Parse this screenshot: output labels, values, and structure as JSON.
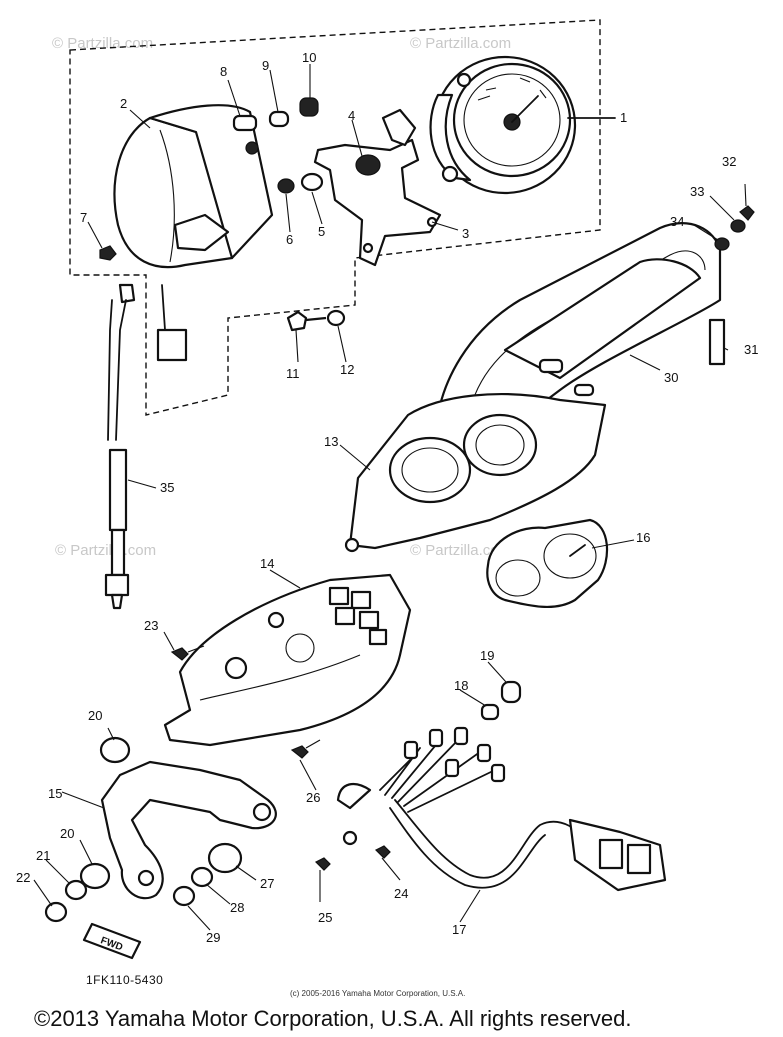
{
  "watermark": {
    "brand": "© Partzilla.com"
  },
  "labels": {
    "p1": "1",
    "p2": "2",
    "p3": "3",
    "p4": "4",
    "p5": "5",
    "p6": "6",
    "p7": "7",
    "p8": "8",
    "p9": "9",
    "p10": "10",
    "p11": "11",
    "p12": "12",
    "p13": "13",
    "p14": "14",
    "p15": "15",
    "p16": "16",
    "p17": "17",
    "p18": "18",
    "p19": "19",
    "p20a": "20",
    "p20b": "20",
    "p21": "21",
    "p22": "22",
    "p23": "23",
    "p24": "24",
    "p25": "25",
    "p26": "26",
    "p27": "27",
    "p28": "28",
    "p29": "29",
    "p30": "30",
    "p31": "31",
    "p32": "32",
    "p33": "33",
    "p34": "34",
    "p35": "35"
  },
  "fwd_label": "FWD",
  "diagram_code": "1FK110-5430",
  "copyright_small": "(c) 2005-2016 Yamaha Motor Corporation, U.S.A.",
  "copyright_main": "©2013 Yamaha Motor Corporation, U.S.A. All rights reserved."
}
